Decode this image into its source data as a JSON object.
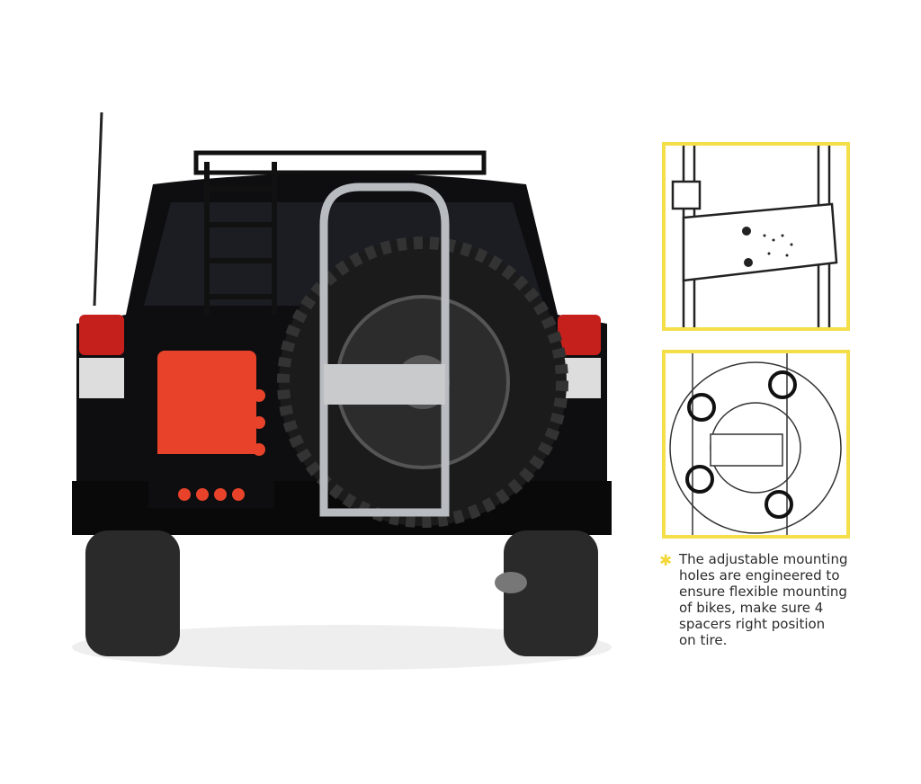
{
  "photo": {
    "subject": "suv-with-spare-tire-bike-rack"
  },
  "diagrams": [
    {
      "name": "mounting-bracket-closeup"
    },
    {
      "name": "spacer-positions-on-tire"
    }
  ],
  "note": {
    "bullet_icon": "asterisk-icon",
    "bullet_color": "#f4d83a",
    "lines": [
      "The adjustable mounting",
      "holes are engineered to",
      "ensure flexible mounting",
      "of bikes, make sure 4",
      "spacers right position",
      "on tire."
    ]
  },
  "colors": {
    "frame": "#f4df4a",
    "jerry_can": "#e8432a",
    "body": "#0e0e10"
  }
}
